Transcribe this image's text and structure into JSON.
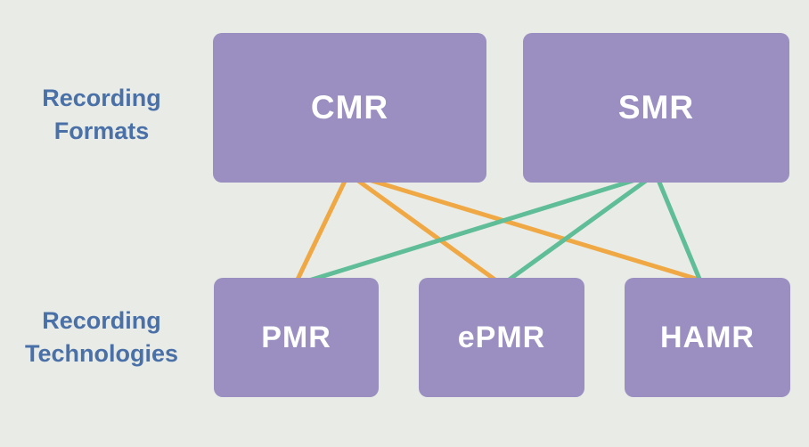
{
  "canvas": {
    "background": "#E9EBE6"
  },
  "colors": {
    "box_fill": "#9A8FC0",
    "box_text": "#FFFFFF",
    "row_label_text": "#4A70A8",
    "cmr_link": "#EFA844",
    "smr_link": "#5FBD97"
  },
  "row_labels": {
    "formats": {
      "line1": "Recording",
      "line2": "Formats"
    },
    "technologies": {
      "line1": "Recording",
      "line2": "Technologies"
    }
  },
  "formats": [
    {
      "label": "CMR"
    },
    {
      "label": "SMR"
    }
  ],
  "technologies": [
    {
      "label": "PMR"
    },
    {
      "label": "ePMR"
    },
    {
      "label": "HAMR"
    }
  ],
  "links": [
    {
      "from": "CMR",
      "to": "PMR",
      "color": "#EFA844"
    },
    {
      "from": "CMR",
      "to": "ePMR",
      "color": "#EFA844"
    },
    {
      "from": "CMR",
      "to": "HAMR",
      "color": "#EFA844"
    },
    {
      "from": "SMR",
      "to": "PMR",
      "color": "#5FBD97"
    },
    {
      "from": "SMR",
      "to": "ePMR",
      "color": "#5FBD97"
    },
    {
      "from": "SMR",
      "to": "HAMR",
      "color": "#5FBD97"
    }
  ]
}
